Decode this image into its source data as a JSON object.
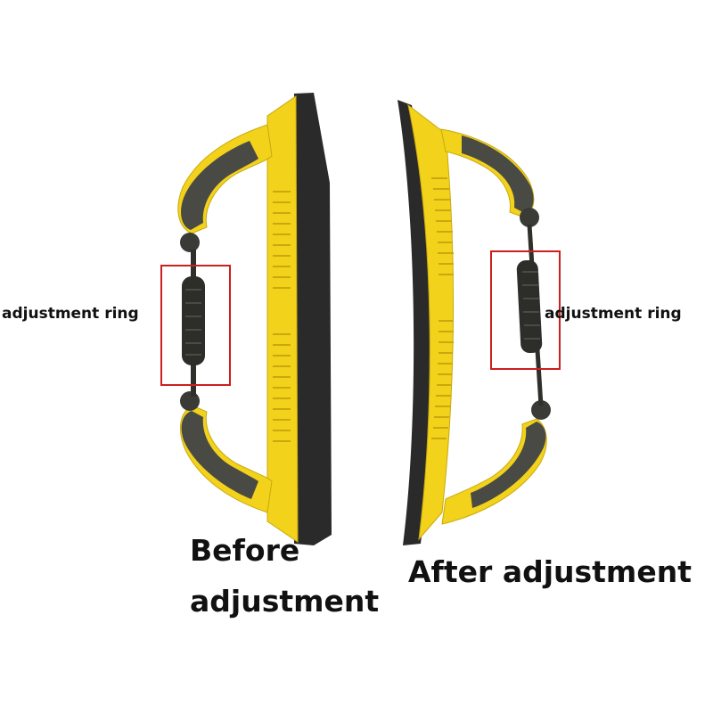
{
  "labels": {
    "ring_left": "adjustment ring",
    "ring_right": "adjustment ring",
    "before_line1": "Before",
    "before_line2": "adjustment",
    "after": "After adjustment"
  },
  "colors": {
    "body_yellow": "#f2d21a",
    "grip_gray": "#4a4a45",
    "sanding_pad": "#2a2a2a",
    "highlight_box": "#cc1f1f"
  },
  "tools": [
    {
      "state": "before adjustment",
      "pad_shape": "flat"
    },
    {
      "state": "after adjustment",
      "pad_shape": "curved"
    }
  ]
}
